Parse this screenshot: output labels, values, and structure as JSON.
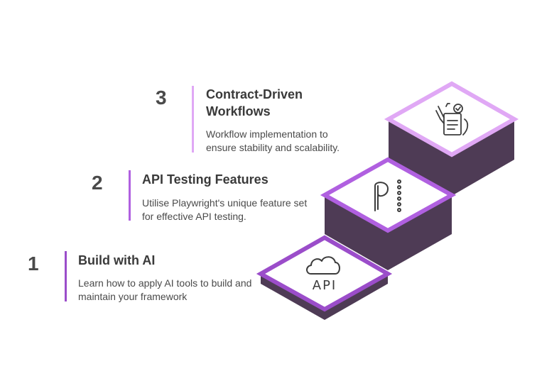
{
  "steps": [
    {
      "number": "1",
      "title": "Build with AI",
      "description": "Learn how to apply AI tools to build and maintain your framework",
      "icon": "cloud-api-icon",
      "icon_text": "API",
      "accent": "#9b4dca"
    },
    {
      "number": "2",
      "title": "API Testing Features",
      "description": "Utilise Playwright's unique feature set for effective API testing.",
      "icon": "playwright-icon",
      "accent": "#b060e0"
    },
    {
      "number": "3",
      "title": "Contract-Driven Workflows",
      "description": "Workflow implementation to ensure stability and scalability.",
      "icon": "checklist-hand-icon",
      "accent": "#e0a8f5"
    }
  ],
  "colors": {
    "stair_side": "#4e3b55",
    "stair_top": "#ffffff"
  }
}
